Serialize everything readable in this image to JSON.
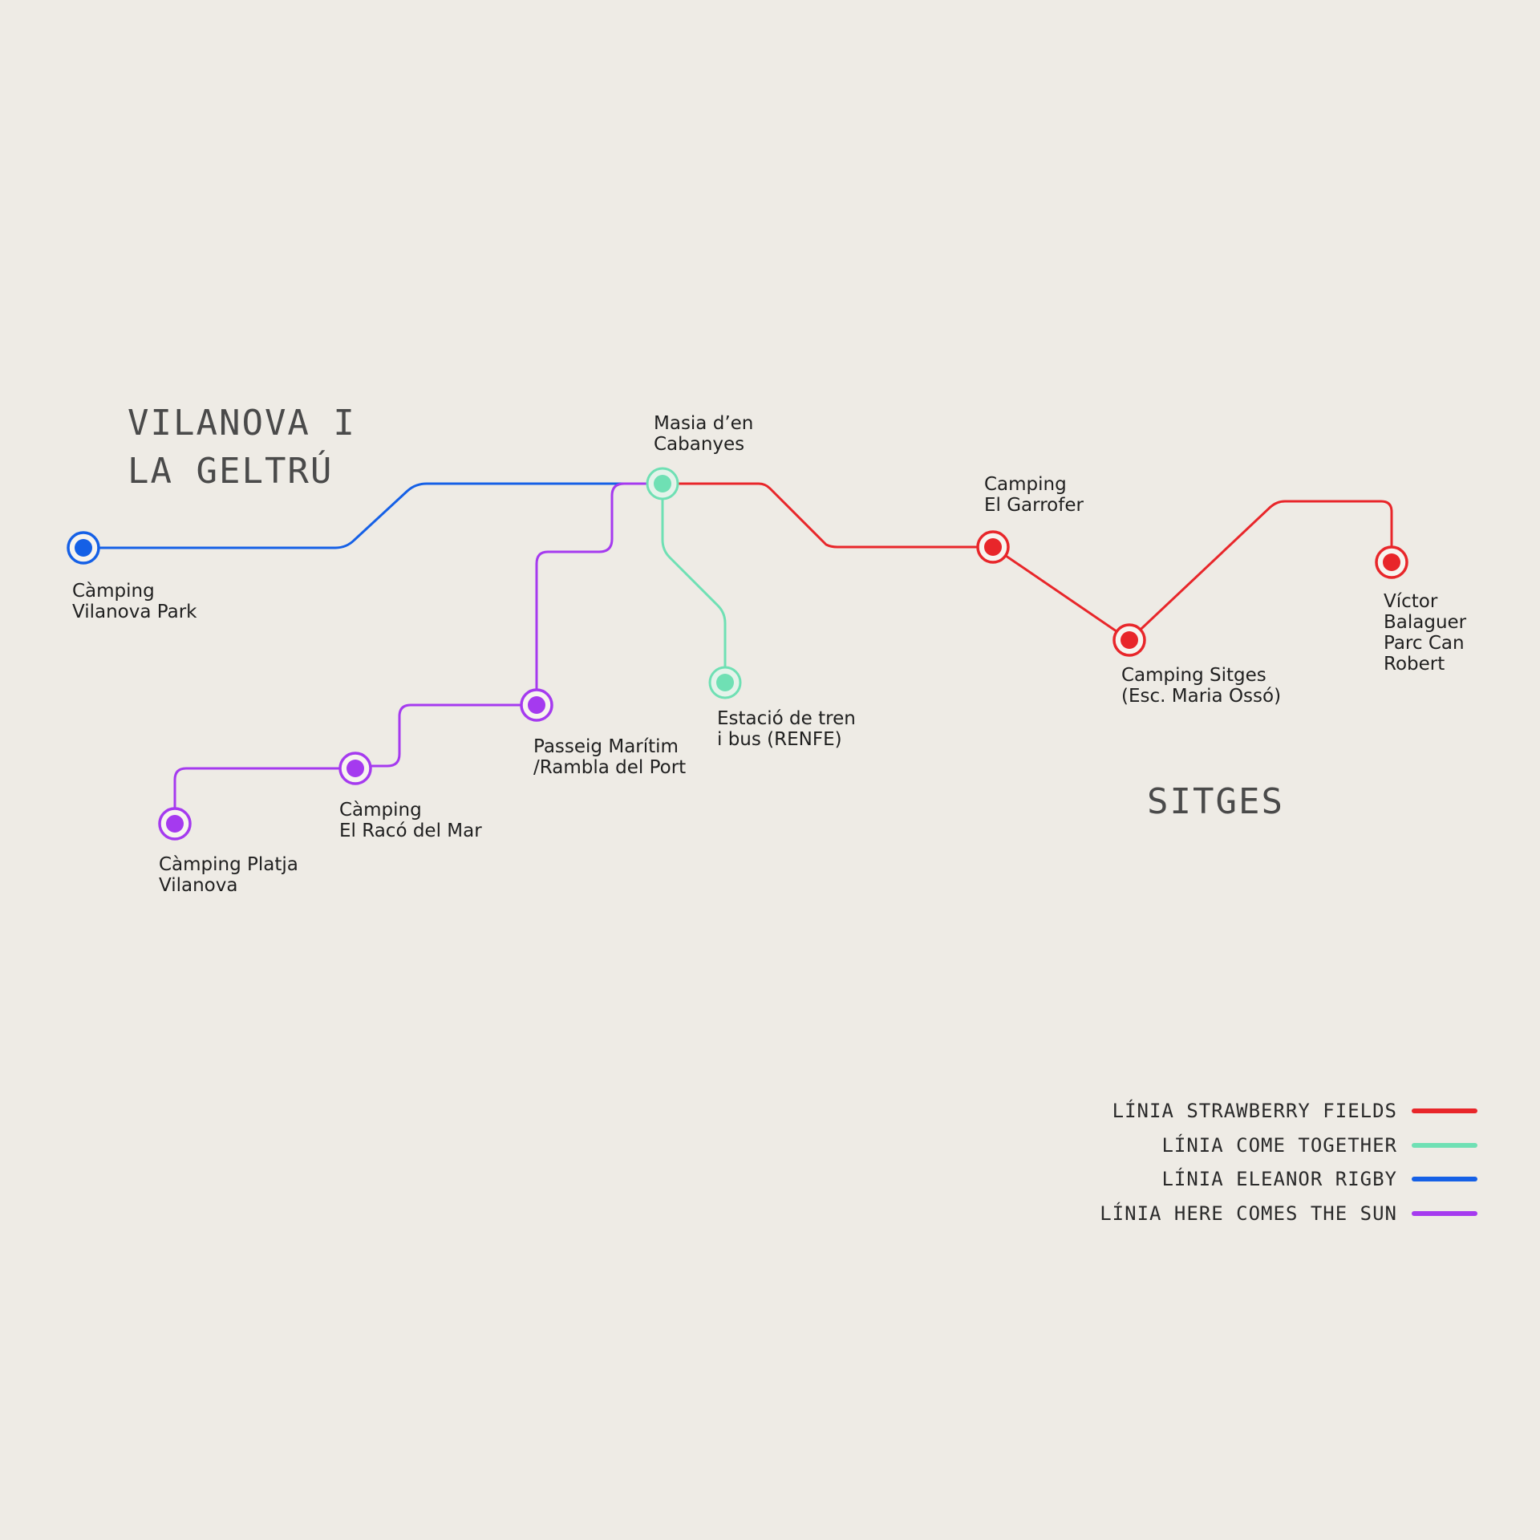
{
  "cities": {
    "vilanova": [
      "VILANOVA I",
      "LA GELTRÚ"
    ],
    "sitges": [
      "SITGES"
    ]
  },
  "lines": [
    {
      "id": "strawberry",
      "label": "LÍNIA STRAWBERRY FIELDS",
      "color": "#e8262a"
    },
    {
      "id": "come",
      "label": "LÍNIA COME TOGETHER",
      "color": "#6fe0b4"
    },
    {
      "id": "eleanor",
      "label": "LÍNIA ELEANOR RIGBY",
      "color": "#1560e6"
    },
    {
      "id": "sun",
      "label": "LÍNIA HERE COMES THE SUN",
      "color": "#a53aef"
    }
  ],
  "stations": {
    "masia": {
      "lines": [
        "Masia d’en",
        "Cabanyes"
      ],
      "line": "come"
    },
    "vilanova_park": {
      "lines": [
        "Càmping",
        "Vilanova Park"
      ],
      "line": "eleanor"
    },
    "passeig": {
      "lines": [
        "Passeig Marítim",
        "/Rambla del Port"
      ],
      "line": "sun"
    },
    "raco": {
      "lines": [
        "Càmping",
        "El Racó del Mar"
      ],
      "line": "sun"
    },
    "platja": {
      "lines": [
        "Càmping Platja",
        "Vilanova"
      ],
      "line": "sun"
    },
    "estacio": {
      "lines": [
        "Estació de tren",
        "i bus (RENFE)"
      ],
      "line": "come"
    },
    "garrofer": {
      "lines": [
        "Camping",
        "El Garrofer"
      ],
      "line": "strawberry"
    },
    "sitges_camp": {
      "lines": [
        "Camping Sitges",
        "(Esc. Maria Ossó)"
      ],
      "line": "strawberry"
    },
    "victor": {
      "lines": [
        "Víctor",
        "Balaguer",
        "Parc Can",
        "Robert"
      ],
      "line": "strawberry"
    }
  }
}
